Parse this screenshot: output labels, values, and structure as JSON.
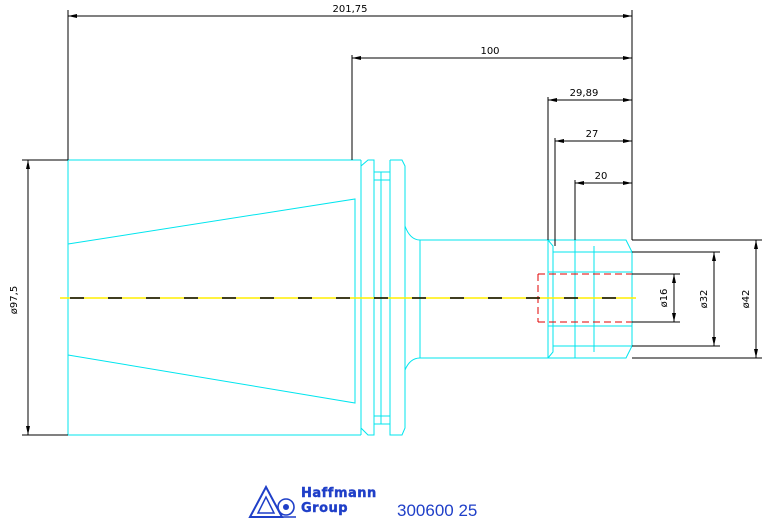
{
  "drawing": {
    "dimensions": {
      "overall_length": "201,75",
      "shank_length": "100",
      "bore_depth_1": "29,89",
      "bore_depth_2": "27",
      "bore_depth_3": "20",
      "flange_diameter": "ø97,5",
      "bore_diameter": "ø16",
      "neck_diameter_1": "ø32",
      "neck_diameter_2": "ø42"
    },
    "colors": {
      "outline": "#00e5ee",
      "centerline_a": "#ffee00",
      "centerline_b": "#000000",
      "hidden_line": "#e00000",
      "dimension": "#000000",
      "logo": "#1f3fc8"
    }
  },
  "title_block": {
    "company_line_1": "Haffmann",
    "company_line_2": "Group",
    "part_number": "300600 25"
  }
}
